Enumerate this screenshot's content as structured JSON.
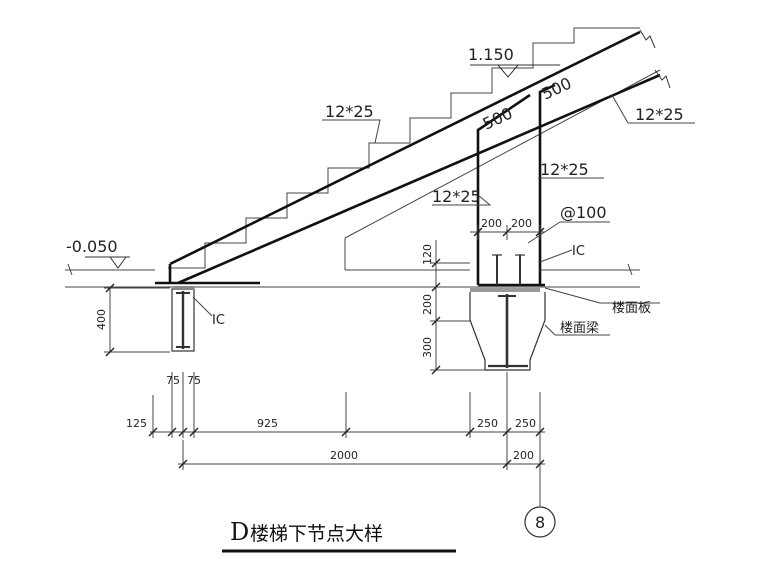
{
  "labels": {
    "elevation_top": "1.150",
    "elevation_bottom": "-0.050",
    "rebar_top_left": "12*25",
    "rebar_top_right": "12*25",
    "rebar_mid": "12*25",
    "rebar_lower": "12*25",
    "len_500_a": "500",
    "len_500_b": "500",
    "stirrup": "@100",
    "dim_200_a": "200",
    "dim_200_b": "200",
    "dim_120": "120",
    "dim_200_c": "200",
    "dim_300": "300",
    "dim_400": "400",
    "dim_75_a": "75",
    "dim_75_b": "75",
    "dim_125": "125",
    "dim_925": "925",
    "dim_250_a": "250",
    "dim_250_b": "250",
    "dim_2000": "2000",
    "dim_200_d": "200",
    "ic_left": "IC",
    "ic_right": "IC",
    "floor_slab": "楼面板",
    "floor_beam": "楼面梁",
    "title_letter": "D",
    "title_text": "楼梯下节点大样",
    "axis_number": "8"
  }
}
